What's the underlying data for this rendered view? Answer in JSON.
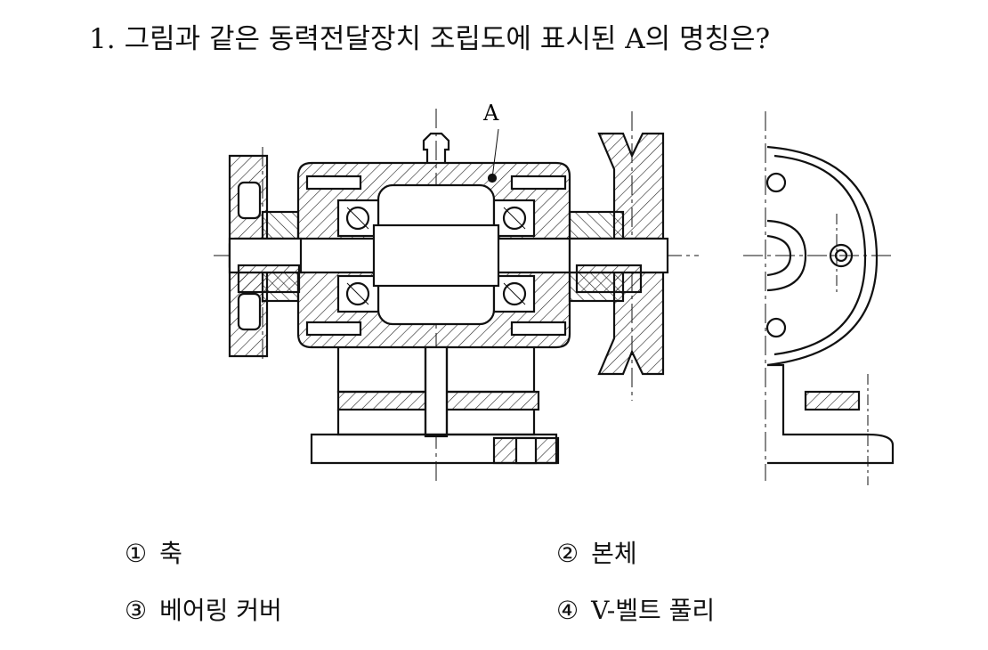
{
  "question": {
    "number": "1.",
    "text": "그림과 같은 동력전달장치 조립도에 표시된 A의 명칭은?"
  },
  "figure": {
    "callout_label": "A"
  },
  "choices": [
    {
      "mark": "①",
      "text": "축"
    },
    {
      "mark": "②",
      "text": "본체"
    },
    {
      "mark": "③",
      "text": "베어링 커버"
    },
    {
      "mark": "④",
      "text": "V-벨트 풀리"
    }
  ]
}
